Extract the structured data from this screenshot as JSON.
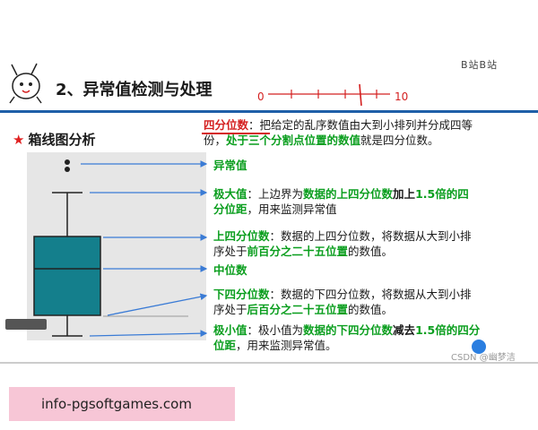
{
  "slide": {
    "title": "2、异常值检测与处理",
    "logo_text": " B站B站",
    "box_heading": "箱线图分析",
    "number_line": {
      "left": "0",
      "right": "10"
    },
    "quartile_def": {
      "term": "四分位数",
      "t1": "：把给定的乱序数值由",
      "t2": "大到小排列",
      "t3": "并分成四等",
      "t4": "份，",
      "t5": "处于三个分割点位置的数值",
      "t6": "就是四分位数。"
    },
    "labels": {
      "outlier": "异常值",
      "max_term": "极大值",
      "max_t1": "：上边界为",
      "max_t2": "数据的上四分位数",
      "max_t3": "加上",
      "max_t4": "1.5倍的四",
      "max_t5": "分位距",
      "max_t6": "，用来监测异常值",
      "uq_term": "上四分位数",
      "uq_t1": "：数据的上四分位数，将数据从大到小排",
      "uq_t2": "序处于",
      "uq_t3": "前百分之二十五位置",
      "uq_t4": "的数值。",
      "median": "中位数",
      "lq_term": "下四分位数",
      "lq_t1": "：数据的下四分位数，将数据从大到小排",
      "lq_t2": "序处于",
      "lq_t3": "后百分之二十五位置",
      "lq_t4": "的数值。",
      "min_term": "极小值",
      "min_t1": "：极小值为",
      "min_t2": "数据的下四分位数",
      "min_t3": "减去",
      "min_t4": "1.5倍的四分",
      "min_t5": "位距",
      "min_t6": "，用来监测异常值。"
    },
    "watermark": "CSDN @幽梦洁"
  },
  "banner": {
    "text": "info-pgsoftgames.com"
  },
  "colors": {
    "accent_blue": "#1f5fa8",
    "box_teal": "#147f8c",
    "green": "#0a9e1e",
    "red": "#d42020",
    "pink": "#f7c6d6"
  }
}
